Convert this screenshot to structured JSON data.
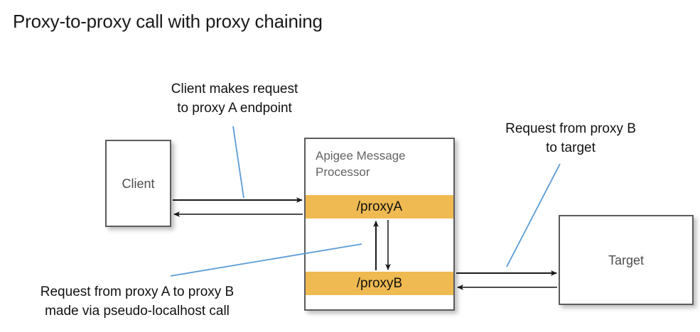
{
  "page": {
    "title": "Proxy-to-proxy call with proxy chaining",
    "background_color": "#ffffff"
  },
  "colors": {
    "proxy_band": "#efba52",
    "box_border": "#5c5c5c",
    "box_fill": "#ffffff",
    "arrow": "#1a1a1a",
    "leader_line": "#5b9bd5",
    "title_text": "#1a1a1a",
    "node_text": "#4d4d4d",
    "mp_title_text": "#636363"
  },
  "diagram": {
    "nodes": {
      "client": {
        "label": "Client"
      },
      "message_processor": {
        "title": "Apigee Message Processor",
        "bands": [
          {
            "label": "/proxyA"
          },
          {
            "label": "/proxyB"
          }
        ]
      },
      "target": {
        "label": "Target"
      }
    },
    "annotations": [
      {
        "id": "client-request",
        "text": "Client makes request\nto proxy A endpoint"
      },
      {
        "id": "proxyb-to-target",
        "text": "Request from proxy B\nto target"
      },
      {
        "id": "proxy-chaining",
        "text": "Request from proxy A to proxy B\nmade via pseudo-localhost call"
      }
    ],
    "edges": [
      {
        "id": "client-to-proxyA",
        "from": "client",
        "to": "/proxyA",
        "direction": "right"
      },
      {
        "id": "proxyA-to-client",
        "from": "/proxyA",
        "to": "client",
        "direction": "left"
      },
      {
        "id": "proxyB-to-proxyA",
        "from": "/proxyB",
        "to": "/proxyA",
        "direction": "up"
      },
      {
        "id": "proxyA-to-proxyB",
        "from": "/proxyA",
        "to": "/proxyB",
        "direction": "down"
      },
      {
        "id": "proxyB-to-target",
        "from": "/proxyB",
        "to": "target",
        "direction": "right"
      },
      {
        "id": "target-to-proxyB",
        "from": "target",
        "to": "/proxyB",
        "direction": "left"
      }
    ]
  }
}
